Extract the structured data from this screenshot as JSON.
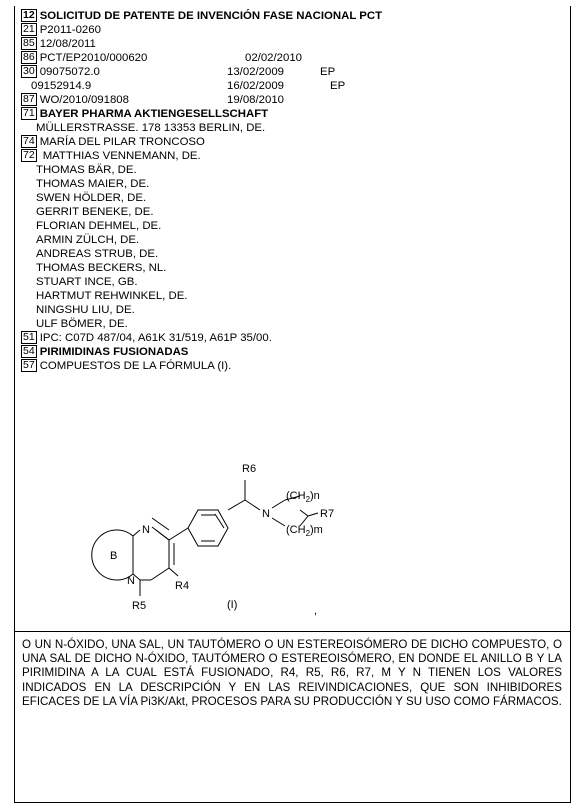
{
  "title": "SOLICITUD DE PATENTE DE INVENCIÓN FASE NACIONAL PCT",
  "fields": {
    "f12_code": "12",
    "f21_code": "21",
    "f21_value": "P2011-0260",
    "f85_code": "85",
    "f85_value": "12/08/2011",
    "f86_code": "86",
    "f86_value": "PCT/EP2010/000620",
    "f86_date": "02/02/2010",
    "f30_code": "30",
    "priority": [
      {
        "number": "09075072.0",
        "date": "13/02/2009",
        "country": "EP"
      },
      {
        "number": "09152914.9",
        "date": "16/02/2009",
        "country": "EP"
      }
    ],
    "f87_code": "87",
    "f87_value": "WO/2010/091808",
    "f87_date": "19/08/2010",
    "f71_code": "71",
    "applicant": "BAYER PHARMA AKTIENGESELLSCHAFT",
    "applicant_address": "MÜLLERSTRASSE. 178 13353 BERLIN, DE.",
    "f74_code": "74",
    "agent": "MARÍA DEL PILAR TRONCOSO",
    "f72_code": "72",
    "inventors": [
      "MATTHIAS VENNEMANN, DE.",
      "THOMAS BÄR, DE.",
      "THOMAS MAIER, DE.",
      "SWEN HÖLDER, DE.",
      "GERRIT BENEKE, DE.",
      "FLORIAN DEHMEL, DE.",
      "ARMIN ZÜLCH, DE.",
      "ANDREAS STRUB, DE.",
      "THOMAS BECKERS, NL.",
      "STUART INCE, GB.",
      "HARTMUT REHWINKEL, DE.",
      "NINGSHU LIU, DE.",
      "ULF BÖMER, DE."
    ],
    "f51_code": "51",
    "ipc": "IPC: C07D 487/04, A61K 31/519, A61P 35/00.",
    "f54_code": "54",
    "invention_title": "PIRIMIDINAS FUSIONADAS",
    "f57_code": "57",
    "abstract_intro": "COMPUESTOS DE LA FÓRMULA (I)."
  },
  "structure": {
    "labels": {
      "r6": "R6",
      "n_upper": "N",
      "n_lower": "N",
      "n_amine": "N",
      "ch2n": "(CH",
      "ch2n_sub": "2",
      "ch2n_tail": ")n",
      "ch2m": "(CH",
      "ch2m_sub": "2",
      "ch2m_tail": ")m",
      "r7": "R7",
      "ring_b": "B",
      "r4": "R4",
      "r5": "R5",
      "formula_label": "(I)",
      "comma": ","
    }
  },
  "abstract_text": "O UN N-ÓXIDO, UNA SAL, UN TAUTÓMERO O UN ESTEREOISÓMERO DE DICHO COMPUESTO, O UNA SAL DE DICHO N-ÓXIDO, TAUTÓMERO O ESTEREOISÓMERO, EN DONDE EL ANILLO B Y LA PIRIMIDINA A LA CUAL ESTÁ FUSIONADO, R4, R5, R6, R7, M Y N TIENEN LOS VALORES INDICADOS EN LA DESCRIPCIÓN Y EN LAS REIVINDICACIONES, QUE SON INHIBIDORES EFICACES DE LA VÍA Pi3K/Akt, PROCESOS PARA SU PRODUCCIÓN Y SU USO COMO FÁRMACOS."
}
